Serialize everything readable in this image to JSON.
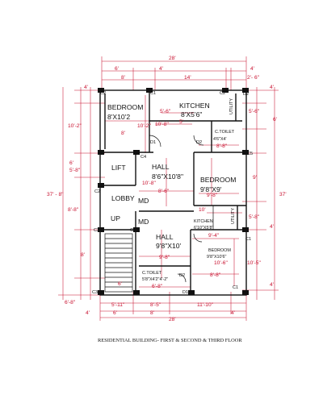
{
  "caption": "RESIDENTIAL BUILDING- FIRST & SECOND & THIRD FLOOR",
  "rooms": {
    "bedroom1": "BEDROOM",
    "bedroom1_size": "8'X10'2",
    "kitchen1": "KITCHEN",
    "kitchen1_size": "8'X5'6\"",
    "utility1": "UTILITY",
    "ctoilet1": "C.TOILET",
    "ctoilet1_size": "4'6\"X4'",
    "lift": "LIFT",
    "hall1": "HALL",
    "hall1_size": "8'6\"X10'8\"",
    "bedroom2": "BEDROOM",
    "bedroom2_size": "9'8\"X9'",
    "lobby": "LOBBY",
    "md1": "MD",
    "up": "UP",
    "md2": "MD",
    "kitchen2": "KITCHEN",
    "kitchen2_size": "6'10\"X5'8\"",
    "utility2": "UTILITY",
    "hall2": "HALL",
    "hall2_size": "9'8\"X10'",
    "bedroom3": "BEDROOM",
    "bedroom3_size": "9'8\"X10'6\"",
    "ctoilet2": "C.TOILET",
    "ctoilet2_size": "5'8\"X4'2\"4'-2\""
  },
  "columns": {
    "c2a": "C2",
    "c1a": "C1",
    "c2b": "C2",
    "d2a": "D2",
    "d1a": "D1",
    "d2b": "D2",
    "c5": "C5",
    "c4": "C4",
    "c2c": "C2",
    "c3a": "C3",
    "c1b": "C1",
    "c1c": "C1",
    "c1d": "C1",
    "d2c": "D2",
    "c3b": "C3",
    "d1b": "D1"
  },
  "dims": {
    "top_total": "28'",
    "top_6": "6'",
    "top_4a": "4'",
    "top_4b": "4'",
    "top_8": "8'",
    "top_14": "14'",
    "top_2_6": "2'- 6\"",
    "l_4": "4'",
    "l_10_2": "10'-2\"",
    "l_6": "6'",
    "l_5_8": "5'-8\"",
    "l_8_8": "8'-8\"",
    "l_8": "8'",
    "l_6_8": "6'-8\"",
    "l_total": "37' - 8\"",
    "r_total": "37'",
    "r_4": "4'",
    "r_5_6": "5'-6\"",
    "r_6": "6'",
    "r_9": "9'",
    "r_5_8": "5'-8\"",
    "r_4b": "4'",
    "r_10_5": "10'-5\"",
    "r_4c": "4'",
    "d_5_6": "5'-6\"",
    "d_10_2": "10'-2\"",
    "d_10_8": "10'-8\"",
    "d_8a": "8'",
    "d_5": "5'",
    "d_8_8a": "8'-8\"",
    "d_8_6": "8'-6\"",
    "d_10_8b": "10'-8\"",
    "d_9_8a": "9'-8\"",
    "d_10": "10'",
    "d_8_8b": "8'-8\"",
    "d_9_4": "9'-4\"",
    "d_9_8b": "9'-8\"",
    "d_10_6": "10'-6\"",
    "d_8_8c": "8'-8\"",
    "d_6": "6'",
    "d_6_8": "6'-8\"",
    "d_9_8c": "9'-8\"",
    "b_5_11": "5'-11\"",
    "b_8_5": "8'-5\"",
    "b_11_10": "11'-10\"",
    "b_6": "6'",
    "b_8": "8'",
    "b_4a": "4'",
    "b_4b": "4'",
    "b_total": "28'"
  }
}
